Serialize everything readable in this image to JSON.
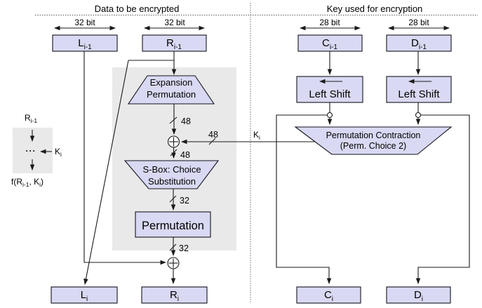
{
  "diagram": {
    "headers": {
      "left": "Data to be encrypted",
      "right": "Key used for encryption"
    },
    "width_labels": {
      "l": "32 bit",
      "r": "32 bit",
      "c": "28 bit",
      "d": "28 bit"
    },
    "registers": {
      "l_prev": {
        "main": "L",
        "sub": "i-1"
      },
      "r_prev": {
        "main": "R",
        "sub": "i-1"
      },
      "c_prev": {
        "main": "C",
        "sub": "i-1"
      },
      "d_prev": {
        "main": "D",
        "sub": "i-1"
      },
      "l_next": {
        "main": "L",
        "sub": "i"
      },
      "r_next": {
        "main": "R",
        "sub": "i"
      },
      "c_next": {
        "main": "C",
        "sub": "i"
      },
      "d_next": {
        "main": "D",
        "sub": "i"
      }
    },
    "blocks": {
      "expansion": {
        "line1": "Expansion",
        "line2": "Permutation"
      },
      "sbox": {
        "line1": "S-Box: Choice",
        "line2": "Substitution"
      },
      "permutation": {
        "label": "Permutation"
      },
      "left_shift_c": {
        "label": "Left Shift"
      },
      "left_shift_d": {
        "label": "Left Shift"
      },
      "perm_choice2": {
        "line1": "Permutation Contraction",
        "line2": "(Perm. Choice 2)"
      }
    },
    "bus_labels": {
      "expansion_out": "48",
      "key_in": "48",
      "xor_out": "48",
      "sbox_out": "32",
      "perm_out": "32"
    },
    "key_signal": {
      "main": "K",
      "sub": "i"
    },
    "legend": {
      "top": {
        "main": "R",
        "sub": "i-1"
      },
      "dots": "···",
      "key": {
        "main": "K",
        "sub": "i"
      },
      "fn": {
        "p1": "f(R",
        "s1": "i-1",
        "p2": ", K",
        "s2": "i",
        "p3": ")"
      }
    },
    "colors": {
      "box_fill": "#d9d9f3",
      "panel_fill": "#e9e9e9",
      "stroke": "#000000"
    }
  }
}
